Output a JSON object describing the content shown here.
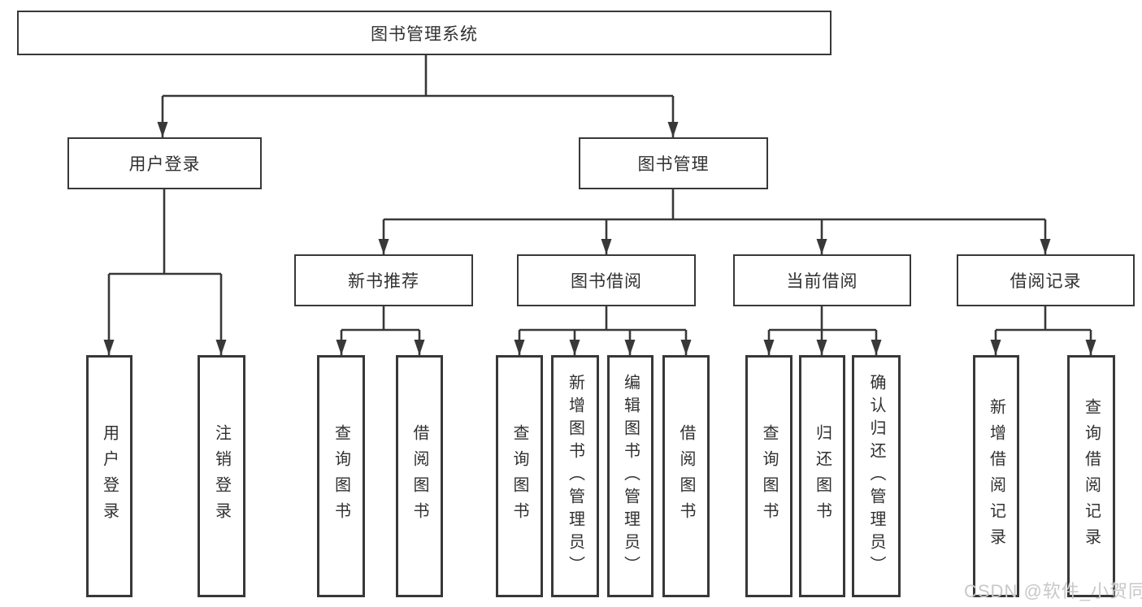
{
  "diagram": {
    "root": "图书管理系统",
    "level2": {
      "user_login": "用户登录",
      "book_management": "图书管理"
    },
    "level3": {
      "new_book_recommendation": "新书推荐",
      "book_borrowing": "图书借阅",
      "current_borrowing": "当前借阅",
      "borrowing_records": "借阅记录"
    },
    "leaves": {
      "user_login": "用户登录",
      "logout": "注销登录",
      "recommend_query_book": "查询图书",
      "recommend_borrow_book": "借阅图书",
      "borrow_query_book": "查询图书",
      "borrow_add_book": "新增图书（管理员）",
      "borrow_edit_book": "编辑图书（管理员）",
      "borrow_borrow_book": "借阅图书",
      "current_query_book": "查询图书",
      "current_return_book": "归还图书",
      "current_confirm_return": "确认归还（管理员）",
      "records_add_record": "新增借阅记录",
      "records_query_record": "查询借阅记录"
    }
  },
  "watermark": {
    "text": "CSDN @软件_小贺同学"
  },
  "colors": {
    "line": "#383838",
    "text": "#303030",
    "watermark": "#c8c8c8",
    "background": "#ffffff"
  }
}
